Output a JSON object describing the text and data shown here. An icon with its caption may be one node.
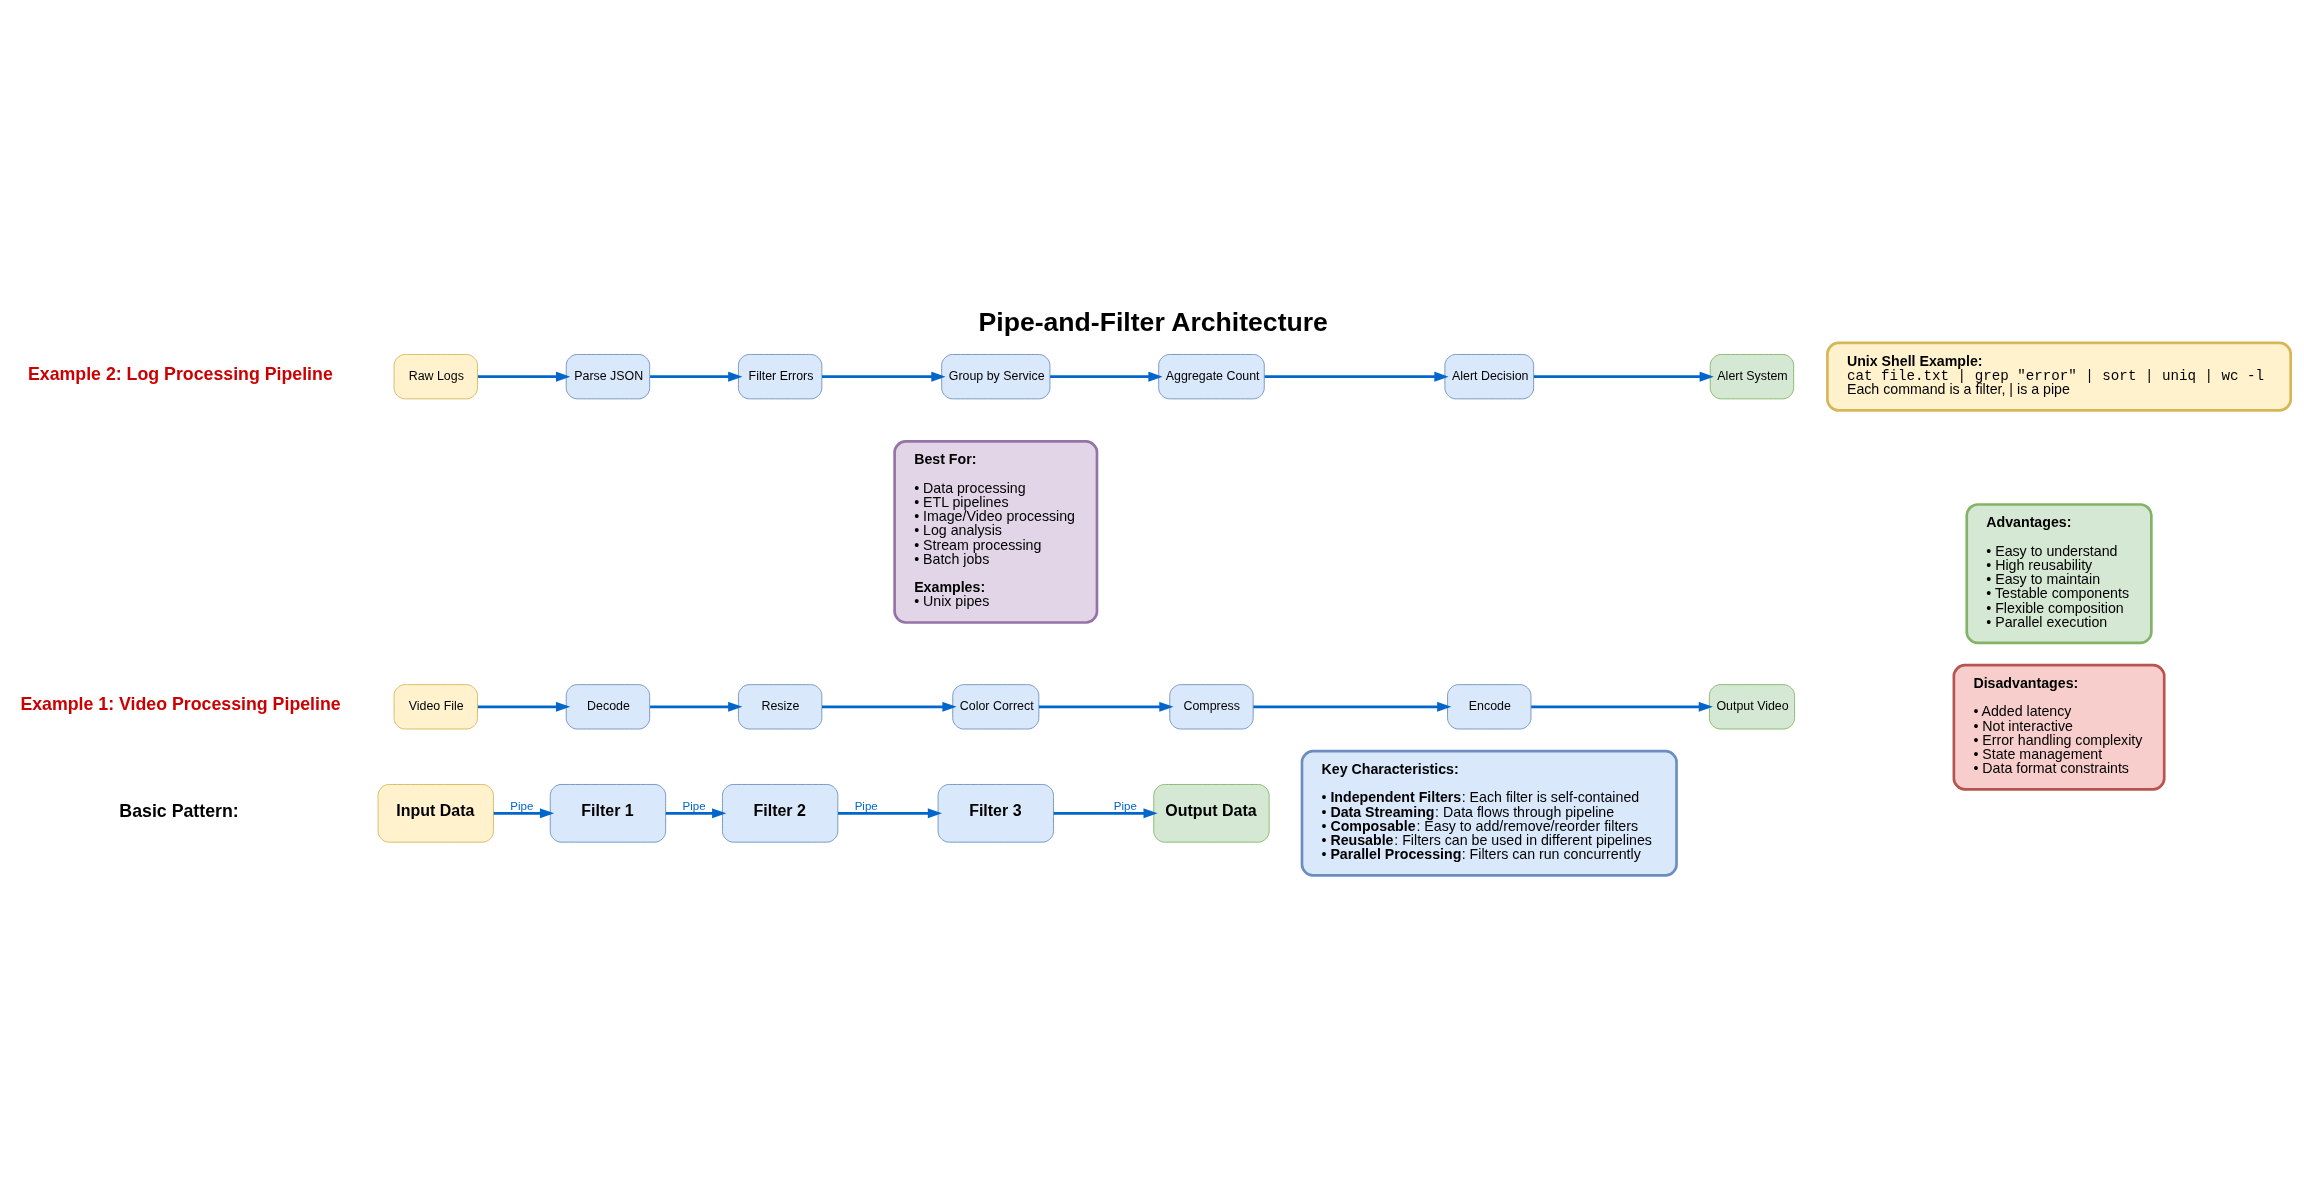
{
  "diagram": {
    "title": "Pipe-and-Filter Architecture",
    "nodes": [
      {
        "text": [
          "Input Data"
        ]
      },
      {
        "text": [
          "Filter 1"
        ]
      },
      {
        "text": [
          "Filter 2"
        ]
      },
      {
        "text": [
          "Filter 3"
        ]
      },
      {
        "text": [
          "Output Data"
        ]
      },
      {
        "text": [
          "Video File"
        ]
      },
      {
        "text": [
          "Decode"
        ]
      },
      {
        "text": [
          "Resize"
        ]
      },
      {
        "text": [
          "Color Correct"
        ]
      },
      {
        "text": [
          "Compress"
        ]
      },
      {
        "text": [
          "Encode"
        ]
      },
      {
        "text": [
          "Output Video"
        ]
      },
      {
        "text": [
          "Raw Logs"
        ]
      },
      {
        "text": [
          "Parse JSON"
        ]
      },
      {
        "text": [
          "Filter Errors"
        ]
      },
      {
        "text": [
          "Group by Service"
        ]
      },
      {
        "text": [
          "Aggregate Count"
        ]
      },
      {
        "text": [
          "Alert Decision"
        ]
      },
      {
        "text": [
          "Alert System"
        ]
      },
      {
        "text": [
          "Key Characteristics:",
          "• **Independent Filters**: Each filter is self-contained",
          "• **Data Streaming**: Data flows through pipeline",
          "• **Composable**: Easy to add/remove/reorder filters",
          "• **Reusable**: Filters can be used in different pipelines",
          "• **Parallel Processing**: Filters can run concurrently"
        ]
      },
      {
        "text": [
          "Advantages:",
          "• Easy to understand",
          "• High reusability",
          "• Easy to maintain",
          "• Testable components",
          "• Flexible composition",
          "• Parallel execution"
        ]
      },
      {
        "text": [
          "Disadvantages:",
          "• Added latency",
          "• Not interactive",
          "• Error handling complexity",
          "• State management",
          "• Data format constraints"
        ]
      },
      {
        "text": [
          "Best For:",
          "• Data processing",
          "• ETL pipelines",
          "• Image/Video processing",
          "• Log analysis",
          "• Stream processing",
          "• Batch jobs",
          "Examples:",
          "• Unix pipes"
        ]
      },
      {
        "text": [
          "Unix Shell Example:",
          "cat file.txt | grep \"error\" | sort | uniq | wc -l",
          "Each command is a filter, | is a pipe"
        ]
      }
    ],
    "edges": [
      {
        "from": 0,
        "to": 1,
        "arrow": "to",
        "label": "Pipe"
      },
      {
        "from": 1,
        "to": 2,
        "arrow": "to",
        "label": "Pipe"
      },
      {
        "from": 2,
        "to": 3,
        "arrow": "to",
        "label": "Pipe"
      },
      {
        "from": 3,
        "to": 4,
        "arrow": "to",
        "label": "Pipe"
      },
      {
        "from": 5,
        "to": 6,
        "arrow": "to"
      },
      {
        "from": 6,
        "to": 7,
        "arrow": "to"
      },
      {
        "from": 7,
        "to": 8,
        "arrow": "to"
      },
      {
        "from": 8,
        "to": 9,
        "arrow": "to"
      },
      {
        "from": 9,
        "to": 10,
        "arrow": "to"
      },
      {
        "from": 10,
        "to": 11,
        "arrow": "to"
      },
      {
        "from": 12,
        "to": 13,
        "arrow": "to"
      },
      {
        "from": 13,
        "to": 14,
        "arrow": "to"
      },
      {
        "from": 14,
        "to": 15,
        "arrow": "to"
      },
      {
        "from": 15,
        "to": 16,
        "arrow": "to"
      },
      {
        "from": 16,
        "to": 17,
        "arrow": "to"
      },
      {
        "from": 17,
        "to": 18,
        "arrow": "to"
      }
    ],
    "labels": [
      "Basic Pattern:",
      "Example 1: Video Processing Pipeline",
      "Example 2: Log Processing Pipeline"
    ]
  }
}
